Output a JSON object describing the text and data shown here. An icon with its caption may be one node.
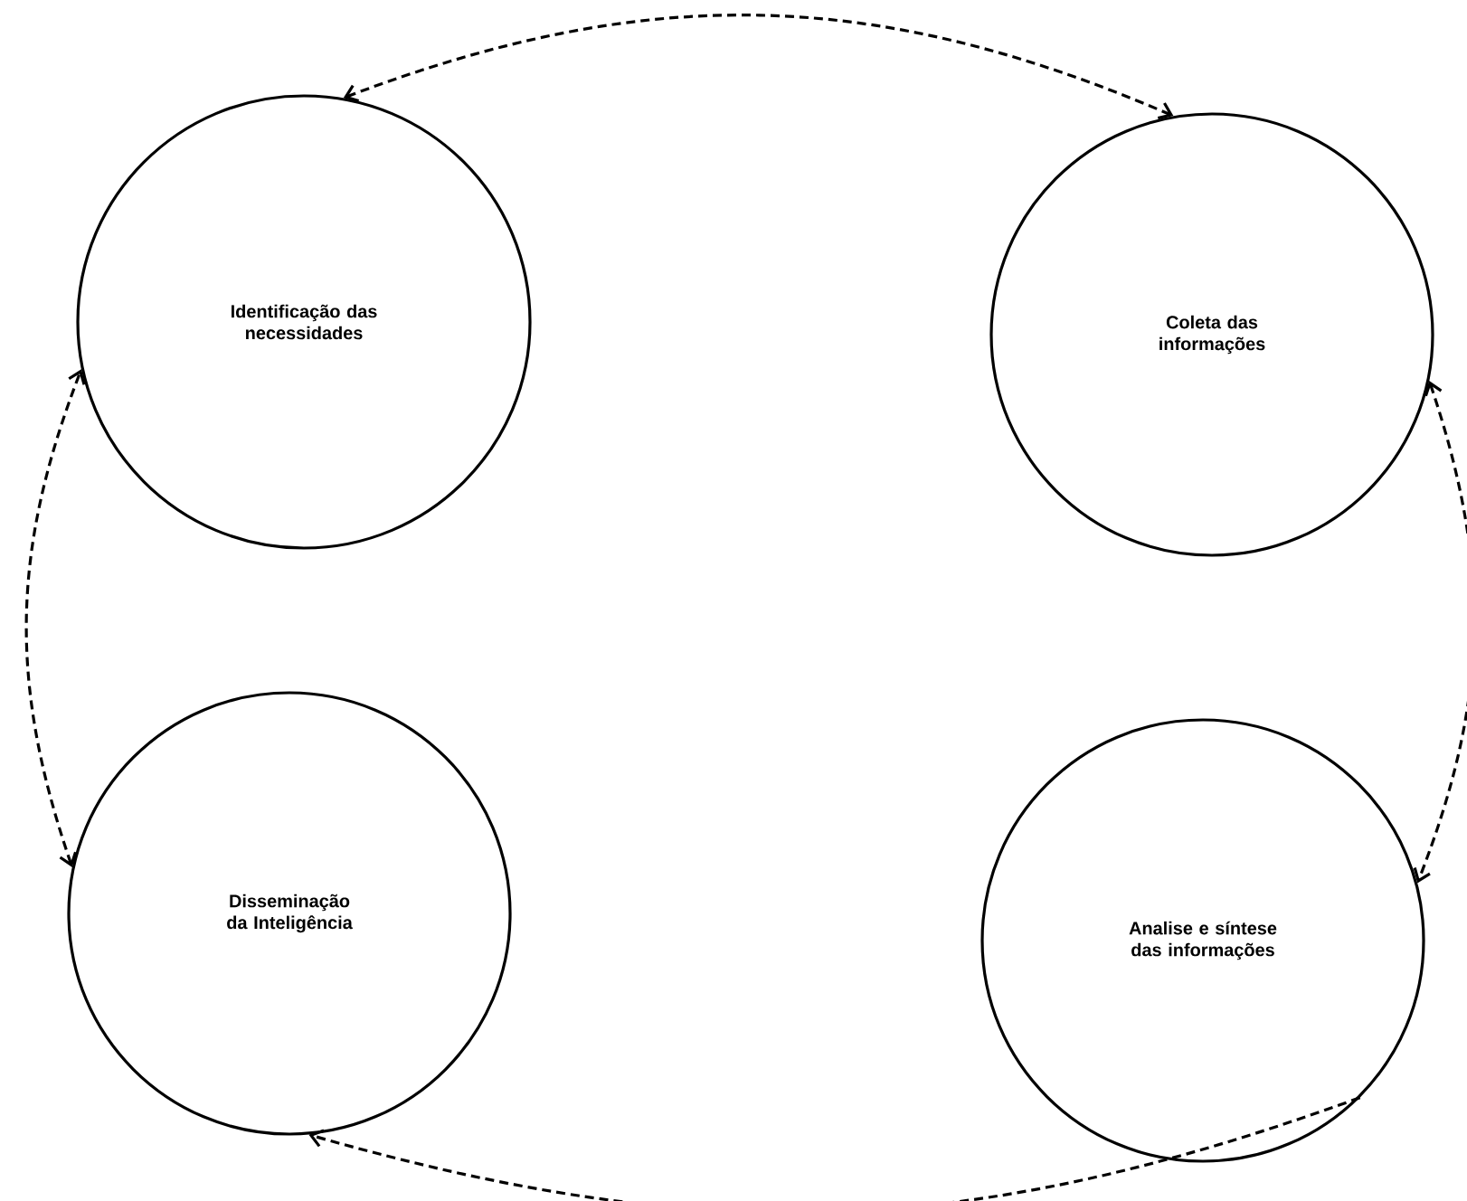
{
  "diagram": {
    "nodes": [
      {
        "text": [
          "Identificação das necessidades"
        ]
      },
      {
        "text": [
          "Coleta das informações"
        ]
      },
      {
        "text": [
          "Disseminação da Inteligência"
        ]
      },
      {
        "text": [
          "Analise e síntese das informações"
        ]
      }
    ],
    "edges": [
      {
        "from": 0,
        "to": 1,
        "arrow": "both",
        "style": "dashed"
      },
      {
        "from": 1,
        "to": 3,
        "arrow": "both",
        "style": "dashed"
      },
      {
        "from": 2,
        "to": 0,
        "arrow": "both",
        "style": "dashed"
      },
      {
        "from": 3,
        "to": 2,
        "arrow": "to",
        "style": "dashed"
      }
    ]
  }
}
